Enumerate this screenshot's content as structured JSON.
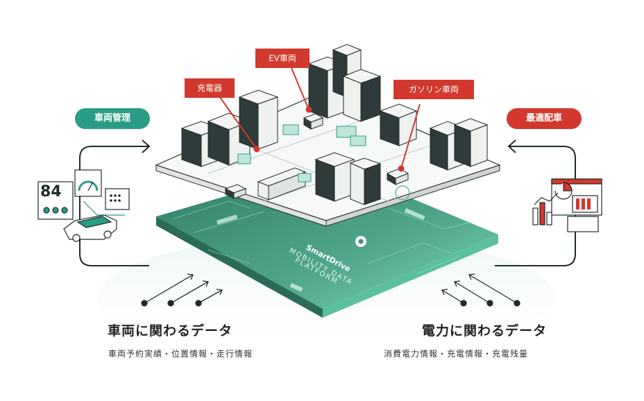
{
  "labels": {
    "vehicle_mgmt": "車両管理",
    "optimal_dispatch": "最適配車",
    "ev": "EV車両",
    "charger": "充電器",
    "gasoline": "ガソリン車両"
  },
  "platform": {
    "brand": "SmartDrive",
    "line1": "MOBILITY DATA",
    "line2": "PLATFORM"
  },
  "dashboard": {
    "speed_value": "84"
  },
  "left_section": {
    "title": "車両に関わるデータ",
    "subtitle": "車両予約実績・位置情報・走行情報"
  },
  "right_section": {
    "title": "電力に関わるデータ",
    "subtitle": "消費電力情報・充電情報・充電残量"
  },
  "colors": {
    "teal": "#2a9d86",
    "red": "#d2382d",
    "platform": "#3f8f76",
    "dark": "#1f2a2a"
  }
}
